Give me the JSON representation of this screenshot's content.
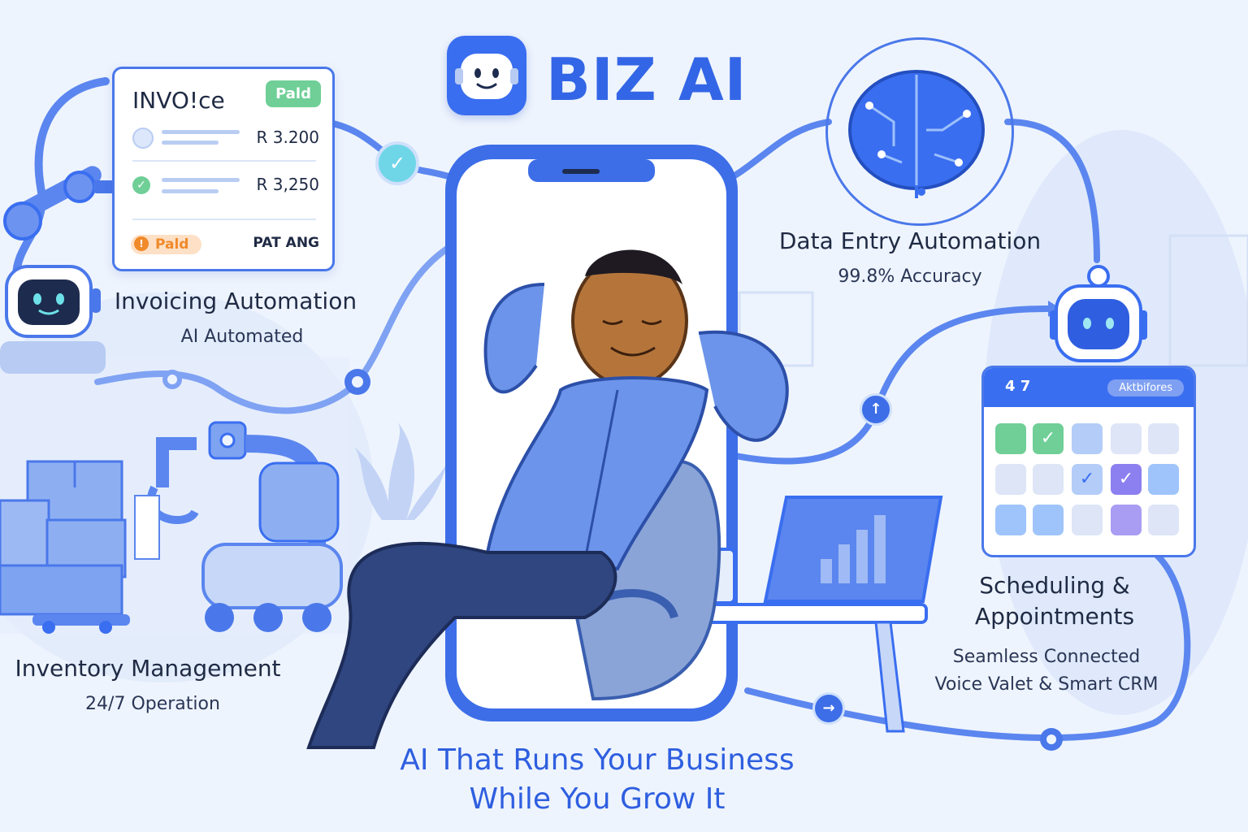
{
  "brand": {
    "name": "BIZ AI"
  },
  "invoice": {
    "title": "INVO!ce",
    "status_badge": "Pald",
    "rows": [
      {
        "amount": "R 3.200"
      },
      {
        "amount": "R 3,250"
      }
    ],
    "footer_badge": "Pald",
    "footer_icon": "!",
    "footer_text": "PAT ANG"
  },
  "features": {
    "invoicing": {
      "title": "Invoicing Automation",
      "subtitle": "AI Automated"
    },
    "data_entry": {
      "title": "Data Entry Automation",
      "subtitle": "99.8% Accuracy"
    },
    "inventory": {
      "title": "Inventory Management",
      "subtitle": "24/7 Operation"
    },
    "scheduling": {
      "title_line1": "Scheduling &",
      "title_line2": "Appointments",
      "subtitle_line1": "Seamless Connected",
      "subtitle_line2": "Voice Valet & Smart CRM"
    }
  },
  "calendar": {
    "header_left": "4 7",
    "header_right": "Aktbifores"
  },
  "tagline": {
    "line1": "AI That Runs Your Business",
    "line2": "While You Grow It"
  },
  "colors": {
    "accent": "#3a6ef0",
    "brand_text": "#3366e6",
    "paid_green": "#6fcf97",
    "warning_orange": "#f08a2a",
    "background": "#eef4fd"
  },
  "icons": [
    "robot-face-icon",
    "check-icon",
    "brain-circuit-icon",
    "calendar-icon",
    "arrow-up-icon",
    "arrow-right-icon"
  ]
}
